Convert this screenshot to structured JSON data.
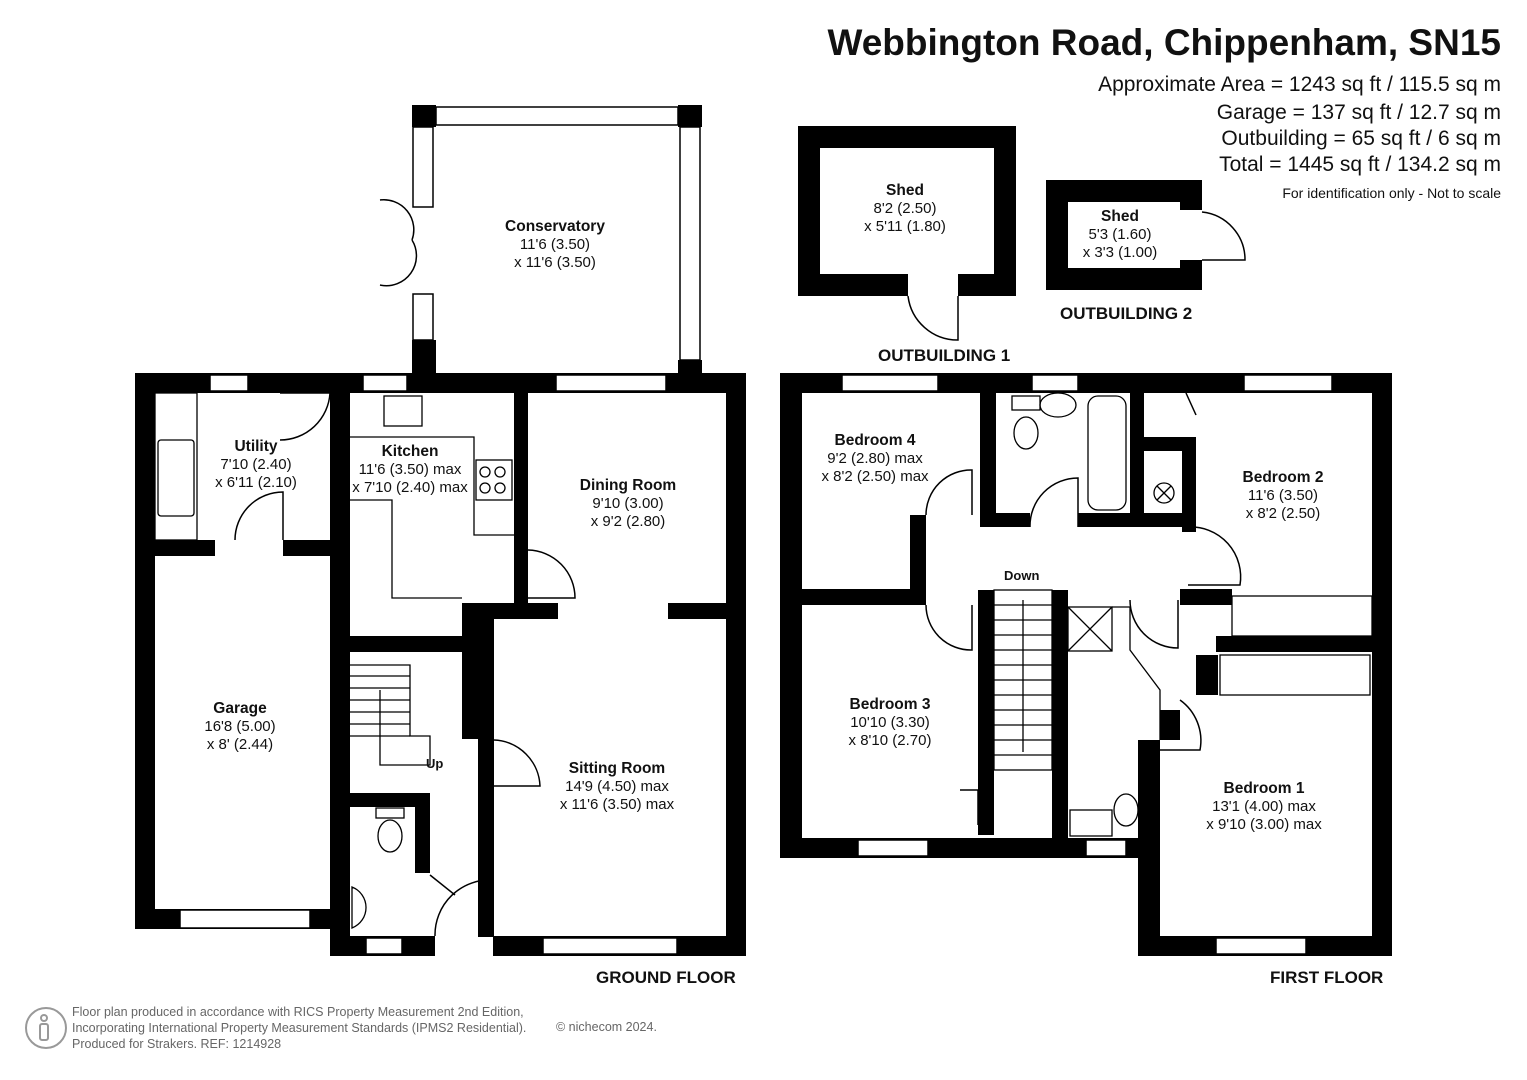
{
  "header": {
    "title": "Webbington Road, Chippenham, SN15",
    "areas": [
      "Approximate Area = 1243 sq ft / 115.5 sq m",
      "Garage = 137 sq ft / 12.7 sq m",
      "Outbuilding = 65 sq ft / 6 sq m",
      "Total = 1445 sq ft / 134.2 sq m"
    ],
    "note": "For identification only - Not to scale"
  },
  "rooms": {
    "conservatory": {
      "name": "Conservatory",
      "dim1": "11'6 (3.50)",
      "dim2": "x 11'6 (3.50)"
    },
    "utility": {
      "name": "Utility",
      "dim1": "7'10 (2.40)",
      "dim2": "x 6'11 (2.10)"
    },
    "kitchen": {
      "name": "Kitchen",
      "dim1": "11'6 (3.50) max",
      "dim2": "x 7'10 (2.40) max"
    },
    "dining": {
      "name": "Dining Room",
      "dim1": "9'10 (3.00)",
      "dim2": "x 9'2 (2.80)"
    },
    "garage": {
      "name": "Garage",
      "dim1": "16'8 (5.00)",
      "dim2": "x 8' (2.44)"
    },
    "sitting": {
      "name": "Sitting Room",
      "dim1": "14'9 (4.50) max",
      "dim2": "x 11'6 (3.50) max"
    },
    "shed1": {
      "name": "Shed",
      "dim1": "8'2 (2.50)",
      "dim2": "x 5'11 (1.80)"
    },
    "shed2": {
      "name": "Shed",
      "dim1": "5'3 (1.60)",
      "dim2": "x 3'3 (1.00)"
    },
    "bed4": {
      "name": "Bedroom 4",
      "dim1": "9'2 (2.80) max",
      "dim2": "x 8'2 (2.50) max"
    },
    "bed2": {
      "name": "Bedroom 2",
      "dim1": "11'6 (3.50)",
      "dim2": "x 8'2 (2.50)"
    },
    "bed3": {
      "name": "Bedroom 3",
      "dim1": "10'10 (3.30)",
      "dim2": "x 8'10 (2.70)"
    },
    "bed1": {
      "name": "Bedroom 1",
      "dim1": "13'1 (4.00) max",
      "dim2": "x 9'10 (3.00) max"
    }
  },
  "labels": {
    "up": "Up",
    "down": "Down",
    "outbuilding1": "OUTBUILDING 1",
    "outbuilding2": "OUTBUILDING 2",
    "ground_floor": "GROUND FLOOR",
    "first_floor": "FIRST FLOOR"
  },
  "footer": {
    "line1": "Floor plan produced in accordance with RICS Property Measurement 2nd Edition,",
    "line2": "Incorporating International Property Measurement Standards (IPMS2 Residential).",
    "line3": "Produced for Strakers.   REF: 1214928",
    "copyright": "© nichecom 2024."
  }
}
